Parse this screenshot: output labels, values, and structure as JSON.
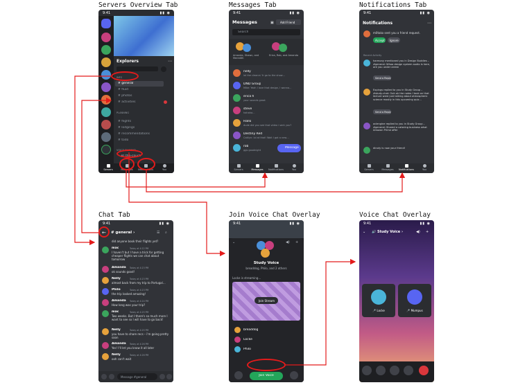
{
  "titles": {
    "servers": "Servers Overview Tab",
    "messages": "Messages Tab",
    "notifications": "Notifications Tab",
    "chat": "Chat Tab",
    "join_voice": "Join Voice Chat Overlay",
    "voice_chat": "Voice Chat Overlay"
  },
  "status_time": "9:41",
  "servers": {
    "server_name": "Explorers",
    "sections": [
      "INFO",
      "PLANNING",
      "VOICE CHANNEL"
    ],
    "channels": [
      {
        "label": "general",
        "section": 0
      },
      {
        "label": "fluid",
        "section": 0
      },
      {
        "label": "photos",
        "section": 0
      },
      {
        "label": "activities",
        "section": 0
      },
      {
        "label": "flights",
        "section": 1
      },
      {
        "label": "lodgings",
        "section": 1
      },
      {
        "label": "recommendations",
        "section": 1
      },
      {
        "label": "todo",
        "section": 1
      }
    ],
    "voice_channel": "the-couch",
    "tabs": [
      "Servers",
      "Messages",
      "Notifications",
      "You"
    ]
  },
  "messages": {
    "header": "Messages",
    "add_friend": "Add Friend",
    "search_placeholder": "Search",
    "group_labels": [
      "Amanda, Shawn, and Meredith",
      "Erica, Rob, and Amanda"
    ],
    "items": [
      {
        "name": "nelly",
        "preview": "lol the cleanrs' fr go to the show…"
      },
      {
        "name": "DND Group",
        "preview": "Mike: Yeah I love that design, I wanna…"
      },
      {
        "name": "erica h",
        "preview": "your sounds great"
      },
      {
        "name": "steve",
        "preview": "hahaha…"
      },
      {
        "name": "Hallo",
        "preview": "dude did you see that video i sent you?"
      },
      {
        "name": "Destiny Red",
        "preview": "Caitlyn: lol at that! Wait I got a new…"
      },
      {
        "name": "rob",
        "preview": "ggs goodnight"
      }
    ],
    "new_message": "Message"
  },
  "notifications": {
    "header": "Notifications",
    "request": "m0tako sent you a friend request.",
    "accept": "Accept",
    "ignore": "Ignore",
    "recent": "Recent Activity",
    "items": [
      "harmony mentioned you in Design Buddies – #general: Whoa design system audio is here, are you under arrest",
      "Expings replied to you in Study Group – #study-chat: Ooh ok the notes I took on that lecture were just talking about atmospheric science mostly in this upcoming quiz…",
      "aclengine replied to you in Study Group – #general: Shared a catering business what Amazon Prime offer",
      "dinoty is now your friend!"
    ],
    "send_reply": "Send a Reply"
  },
  "chat": {
    "channel": "general",
    "messages": [
      {
        "name": "",
        "time": "",
        "text": "did anyone book their flights yet?"
      },
      {
        "name": "mac",
        "time": "Today at 4:22 PM",
        "text": "I haven't but I have a trick for getting cheaper flights we can chat about tomorrow"
      },
      {
        "name": "Amanda",
        "time": "Today at 4:23 PM",
        "text": "ok sounds good!"
      },
      {
        "name": "Nelly",
        "time": "Today at 4:23 PM",
        "text": "almost back from my trip to Portugal…"
      },
      {
        "name": "Philo",
        "time": "Today at 4:23 PM",
        "text": "the trip looked amazing!"
      },
      {
        "name": "Amanda",
        "time": "Today at 4:24 PM",
        "text": "How long was your trip?"
      },
      {
        "name": "mac",
        "time": "Today at 4:25 PM",
        "text": "Two weeks. But I there's so much more I want to see so I will have to go back!"
      },
      {
        "name": "Nelly",
        "time": "Today at 4:25 PM",
        "text": "you have to share recs – i'm going pretty soon"
      },
      {
        "name": "Amanda",
        "time": "Today at 4:26 PM",
        "text": "Yes! I'll let you know it all later"
      },
      {
        "name": "Nelly",
        "time": "Today at 4:26 PM",
        "text": "ooh can't wait"
      }
    ],
    "input_placeholder": "Message #general"
  },
  "join": {
    "channel": "Study Voice",
    "members_line": "breaddog, Philo, and 2 others",
    "streaming": "Locke is streaming…",
    "join_stream": "Join Stream",
    "participants": [
      "breaddog",
      "Locke",
      "Philo"
    ],
    "join_voice": "Join Voice"
  },
  "voice": {
    "channel": "Study Voice",
    "participants": [
      "Locke",
      "Mumpus"
    ]
  },
  "colors": {
    "accent": "#5865f2",
    "green": "#23a55a",
    "red_annotation": "#e31b1b",
    "danger": "#da373c"
  }
}
